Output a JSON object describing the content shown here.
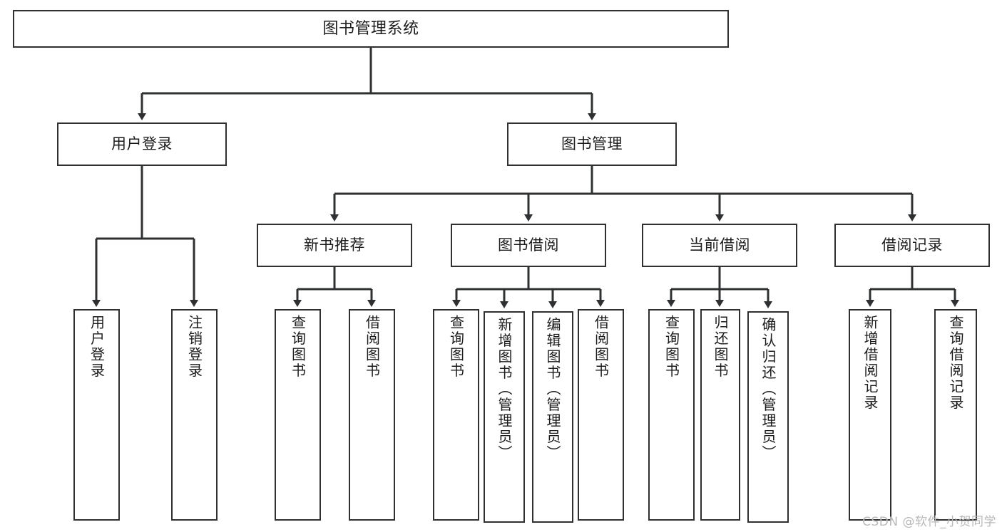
{
  "diagram": {
    "title": "图书管理系统",
    "type": "tree-hierarchy",
    "orientation": "top-down",
    "stroke_color": "#2f3032",
    "background_color": "#ffffff",
    "node_fill": "#ffffff"
  },
  "watermark": {
    "text": "CSDN @软件_小贺同学",
    "color": "#b9b9b9"
  },
  "nodes": {
    "root": {
      "label": "图书管理系统",
      "level": 0
    },
    "level1": [
      {
        "id": "user-login",
        "label": "用户登录"
      },
      {
        "id": "book-manage",
        "label": "图书管理"
      }
    ],
    "level2": [
      {
        "id": "new-book-recommend",
        "label": "新书推荐"
      },
      {
        "id": "book-borrow",
        "label": "图书借阅"
      },
      {
        "id": "current-borrow",
        "label": "当前借阅"
      },
      {
        "id": "borrow-record",
        "label": "借阅记录"
      }
    ],
    "leaves": {
      "user-login": [
        {
          "id": "leaf-user-login",
          "label": "用户登录"
        },
        {
          "id": "leaf-logout-login",
          "label": "注销登录"
        }
      ],
      "new-book-recommend": [
        {
          "id": "leaf-query-book-1",
          "label": "查询图书"
        },
        {
          "id": "leaf-borrow-book-1",
          "label": "借阅图书"
        }
      ],
      "book-borrow": [
        {
          "id": "leaf-query-book-2",
          "label": "查询图书"
        },
        {
          "id": "leaf-add-book",
          "label": "新增图书（管理员）"
        },
        {
          "id": "leaf-edit-book",
          "label": "编辑图书（管理员）"
        },
        {
          "id": "leaf-borrow-book-2",
          "label": "借阅图书"
        }
      ],
      "current-borrow": [
        {
          "id": "leaf-query-book-3",
          "label": "查询图书"
        },
        {
          "id": "leaf-return-book",
          "label": "归还图书"
        },
        {
          "id": "leaf-confirm-return",
          "label": "确认归还（管理员）"
        }
      ],
      "borrow-record": [
        {
          "id": "leaf-add-record",
          "label": "新增借阅记录"
        },
        {
          "id": "leaf-query-record",
          "label": "查询借阅记录"
        }
      ]
    }
  }
}
